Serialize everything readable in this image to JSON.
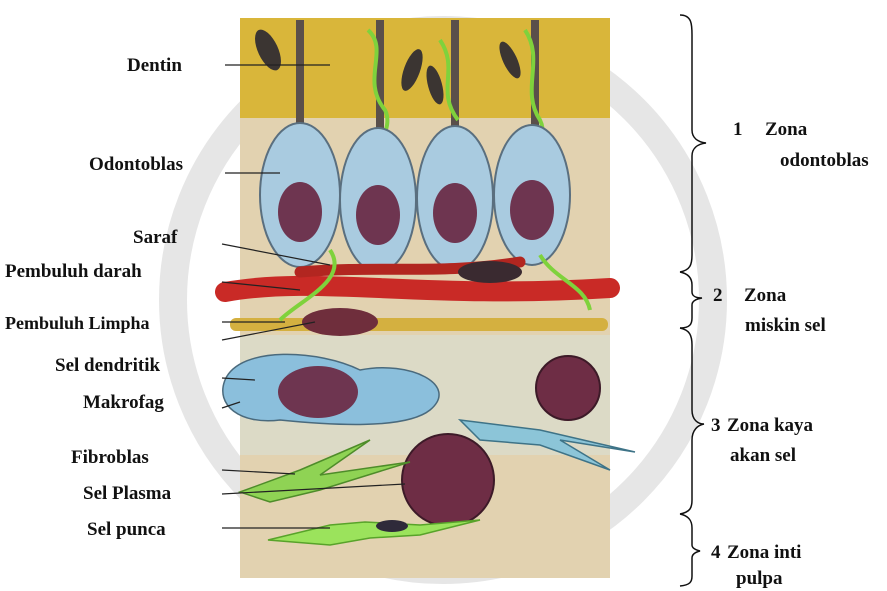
{
  "labels": {
    "dentin": "Dentin",
    "odontoblas": "Odontoblas",
    "saraf": "Saraf",
    "pembuluh_darah": "Pembuluh darah",
    "pembuluh_limpha": "Pembuluh Limpha",
    "sel_dendritik": "Sel dendritik",
    "makrofag": "Makrofag",
    "fibroblas": "Fibroblas",
    "sel_plasma": "Sel Plasma",
    "sel_punca": "Sel punca"
  },
  "zones": [
    {
      "number": "1",
      "line1": "Zona",
      "line2": "odontoblas"
    },
    {
      "number": "2",
      "line1": "Zona",
      "line2": "miskin sel"
    },
    {
      "number": "3",
      "line1": "Zona kaya",
      "line2": "akan sel"
    },
    {
      "number": "4",
      "line1": "Zona inti",
      "line2": "pulpa"
    }
  ],
  "colors": {
    "dentin": "#d9b63a",
    "pulp_background": "#e2d2b0",
    "odontoblast": "#a9cbe0",
    "nucleus": "#6e3550",
    "blood_vessel": "#c92a26",
    "lymph_vessel": "#d4b040",
    "nerve": "#7fd23c",
    "fibroblast": "#8fd354",
    "stem_cell": "#9be35c",
    "dendritic_cell": "#6f2e3c",
    "macrophage": "#8bbfdc",
    "watermark": "#d8d8d8"
  }
}
